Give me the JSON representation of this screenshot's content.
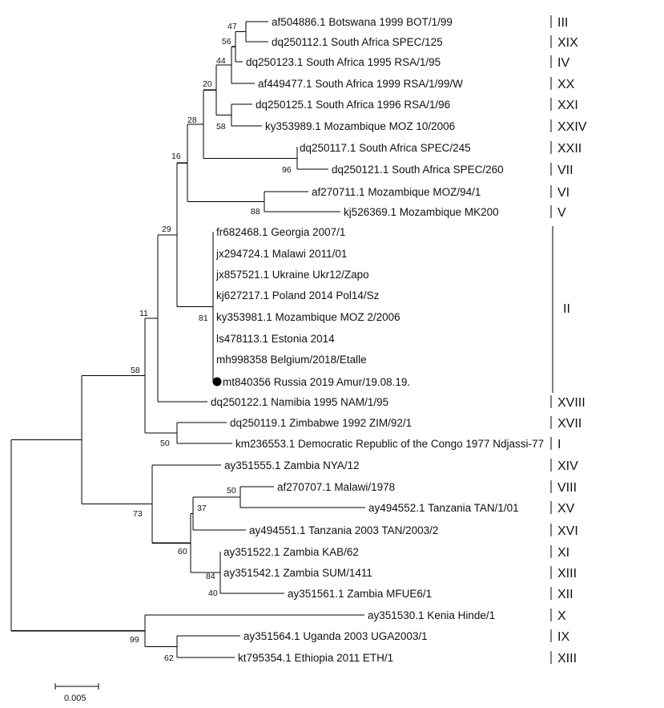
{
  "leaves": [
    {
      "label": "af504886.1 Botswana 1999 BOT/1/99",
      "genotype": "III"
    },
    {
      "label": "dq250112.1 South Africa SPEC/125",
      "genotype": "XIX"
    },
    {
      "label": "dq250123.1 South Africa 1995 RSA/1/95",
      "genotype": "IV"
    },
    {
      "label": "af449477.1 South Africa 1999 RSA/1/99/W",
      "genotype": "XX"
    },
    {
      "label": "dq250125.1 South Africa 1996 RSA/1/96",
      "genotype": "XXI"
    },
    {
      "label": "ky353989.1 Mozambique MOZ 10/2006",
      "genotype": "XXIV"
    },
    {
      "label": "dq250117.1 South Africa SPEC/245",
      "genotype": "XXII"
    },
    {
      "label": "dq250121.1 South Africa SPEC/260",
      "genotype": "VII"
    },
    {
      "label": "af270711.1 Mozambique MOZ/94/1",
      "genotype": "VI"
    },
    {
      "label": "kj526369.1 Mozambique MK200",
      "genotype": "V"
    },
    {
      "label": "fr682468.1 Georgia 2007/1",
      "genotype": ""
    },
    {
      "label": "jx294724.1 Malawi 2011/01",
      "genotype": ""
    },
    {
      "label": "jx857521.1 Ukraine Ukr12/Zapo",
      "genotype": ""
    },
    {
      "label": "kj627217.1 Poland 2014 Pol14/Sz",
      "genotype": ""
    },
    {
      "label": "ky353981.1 Mozambique MOZ 2/2006",
      "genotype": ""
    },
    {
      "label": "ls478113.1 Estonia 2014",
      "genotype": ""
    },
    {
      "label": "mh998358 Belgium/2018/Etalle",
      "genotype": ""
    },
    {
      "label": "mt840356 Russia 2019 Amur/19.08.19.",
      "genotype": "",
      "marker": "filled-circle"
    },
    {
      "label": "dq250122.1 Namibia 1995 NAM/1/95",
      "genotype": "XVIII"
    },
    {
      "label": "dq250119.1 Zimbabwe 1992 ZIM/92/1",
      "genotype": "XVII"
    },
    {
      "label": "km236553.1 Democratic Republic of the Congo 1977 Ndjassi-77",
      "genotype": "I"
    },
    {
      "label": "ay351555.1 Zambia NYA/12",
      "genotype": "XIV"
    },
    {
      "label": "af270707.1 Malawi/1978",
      "genotype": "VIII"
    },
    {
      "label": "ay494552.1 Tanzania TAN/1/01",
      "genotype": "XV"
    },
    {
      "label": "ay494551.1 Tanzania 2003 TAN/2003/2",
      "genotype": "XVI"
    },
    {
      "label": "ay351522.1 Zambia KAB/62",
      "genotype": "XI"
    },
    {
      "label": "ay351542.1 Zambia SUM/1411",
      "genotype": "XIII"
    },
    {
      "label": "ay351561.1 Zambia MFUE6/1",
      "genotype": "XII"
    },
    {
      "label": "ay351530.1 Kenia Hinde/1",
      "genotype": "X"
    },
    {
      "label": "ay351564.1 Uganda 2003 UGA2003/1",
      "genotype": "IX"
    },
    {
      "label": "kt795354.1 Ethiopia 2011 ETH/1",
      "genotype": "XIII"
    }
  ],
  "cluster_genotype": "II",
  "bootstrap": [
    "47",
    "56",
    "44",
    "20",
    "58",
    "28",
    "96",
    "16",
    "88",
    "29",
    "81",
    "11",
    "58",
    "50",
    "50",
    "37",
    "73",
    "60",
    "84",
    "40",
    "99",
    "62"
  ],
  "scale_bar": "0.005"
}
